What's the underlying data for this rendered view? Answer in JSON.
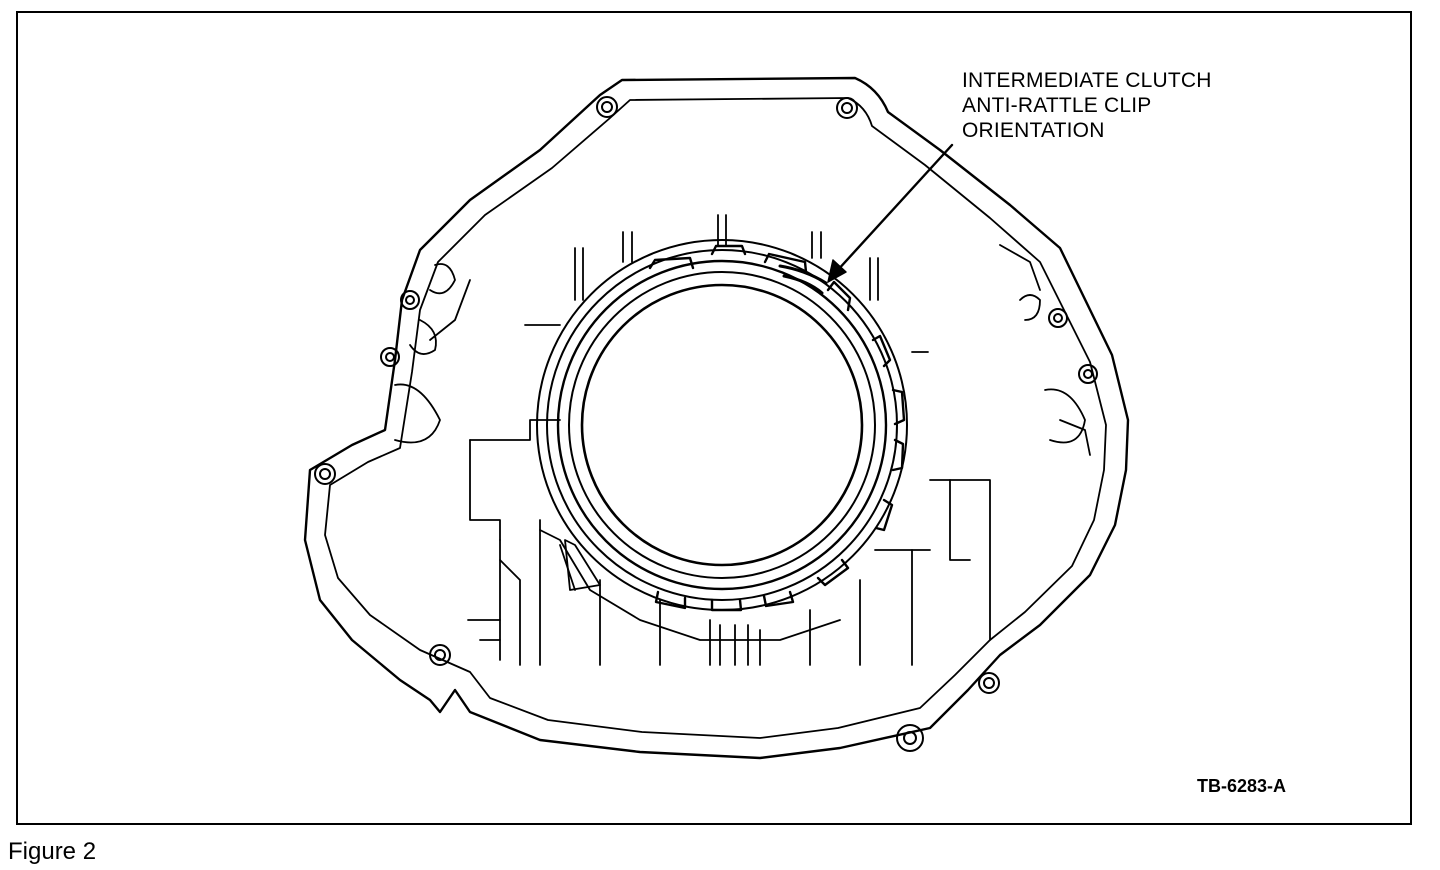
{
  "callout": {
    "line1": "INTERMEDIATE CLUTCH",
    "line2": "ANTI-RATTLE CLIP",
    "line3": "ORIENTATION"
  },
  "reference_code": "TB-6283-A",
  "caption": "Figure 2",
  "colors": {
    "ink": "#000000",
    "paper": "#ffffff"
  }
}
